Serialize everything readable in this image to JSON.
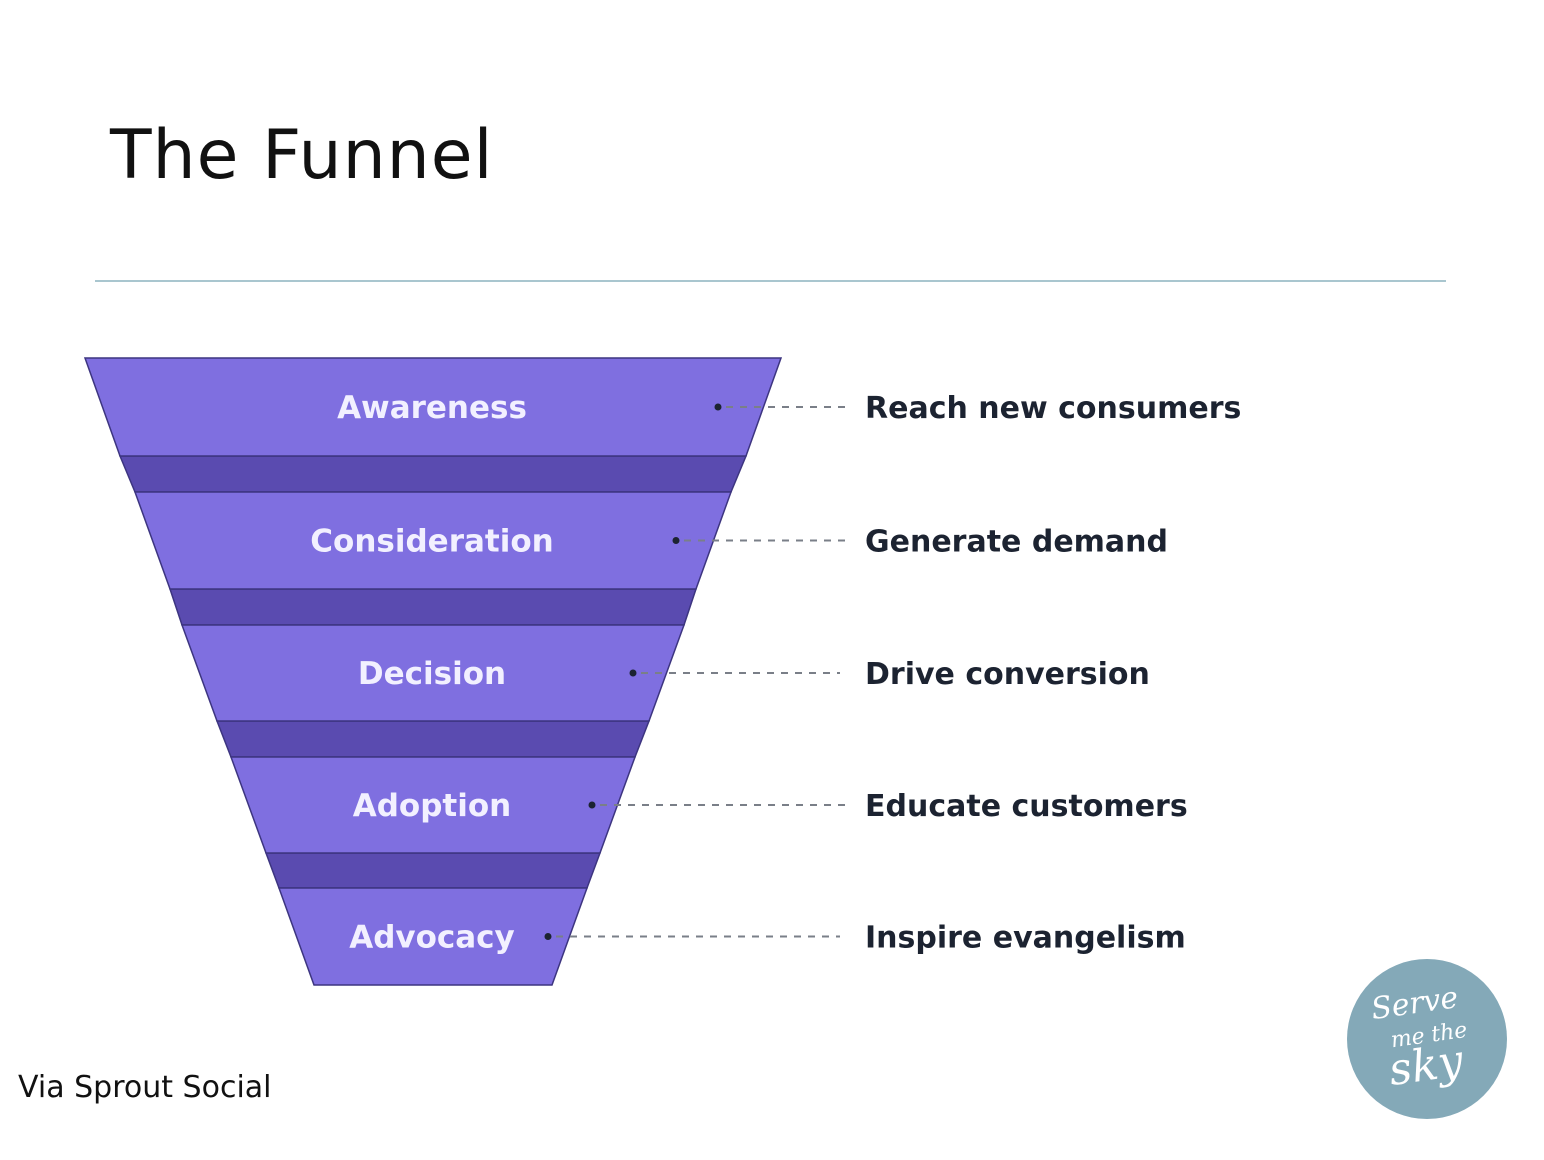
{
  "title": "The Funnel",
  "source_note": "Via Sprout Social",
  "logo": {
    "text_lines": [
      "Serve",
      "me the",
      "sky"
    ],
    "color": "#84a9b8"
  },
  "colors": {
    "stage_front": "#7f6fe0",
    "stage_side": "#5a4bb0",
    "stage_outline": "#3d3580",
    "stage_text": "#f2f0ff",
    "description_text": "#1c2331",
    "connector": "#7a7f88",
    "rule": "#a9c6cf"
  },
  "stages": [
    {
      "label": "Awareness",
      "description": "Reach new consumers"
    },
    {
      "label": "Consideration",
      "description": "Generate demand"
    },
    {
      "label": "Decision",
      "description": "Drive conversion"
    },
    {
      "label": "Adoption",
      "description": "Educate customers"
    },
    {
      "label": "Advocacy",
      "description": "Inspire evangelism"
    }
  ]
}
